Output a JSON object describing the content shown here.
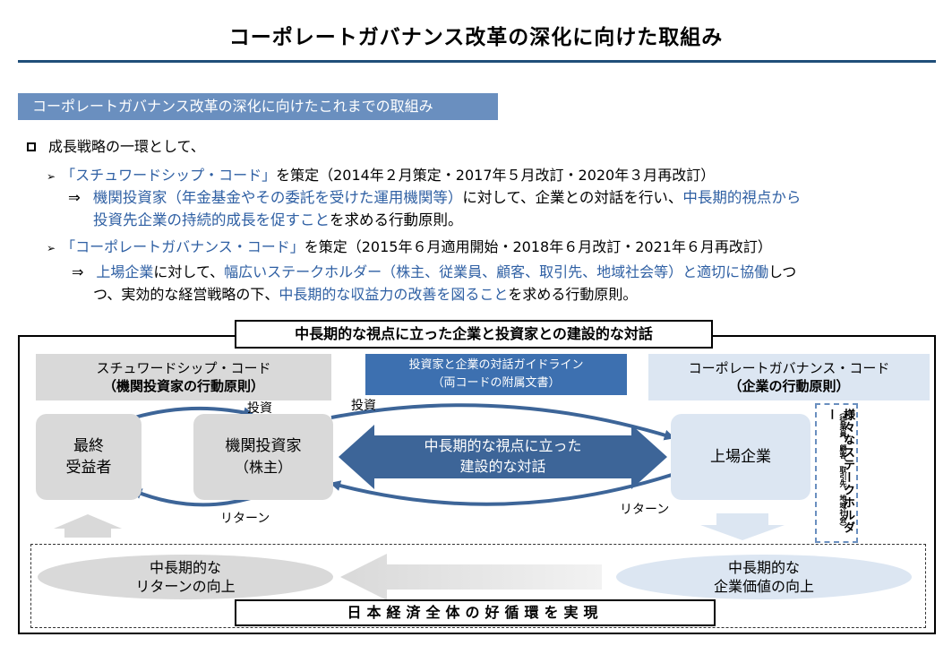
{
  "title": "コーポレートガバナンス改革の深化に向けた取組み",
  "section_label": "コーポレートガバナンス改革の深化に向けたこれまでの取組み",
  "bullets": {
    "main": "成長戦略の一環として、",
    "sub1": {
      "marker": "➢",
      "name": "「スチュワードシップ・コード」",
      "rest": "を策定（2014年２月策定・2017年５月改訂・2020年３月再改訂）",
      "arrow": "⇒",
      "line1_a": "機関投資家（年金基金やその委託を受けた運用機関等）",
      "line1_b": "に対して、企業との対話を行い、",
      "line1_c": "中長期的視点から",
      "line2_a": "投資先企業の持続的成長を促すこと",
      "line2_b": "を求める行動原則。"
    },
    "sub2": {
      "marker": "➢",
      "name": "「コーポレートガバナンス・コード」",
      "rest": "を策定（2015年６月適用開始・2018年６月改訂・2021年６月再改訂）",
      "arrow": "⇒",
      "line1_a": "上場企業",
      "line1_b": "に対して、",
      "line1_c": "幅広いステークホルダー（株主、従業員、顧客、取引先、地域社会等）と適切に協働",
      "line1_d": "しつ",
      "line2_a": "つ、実効的な経営戦略の下、",
      "line2_b": "中長期的な収益力の改善を図ること",
      "line2_c": "を求める行動原則。"
    }
  },
  "diagram": {
    "title": "中長期的な視点に立った企業と投資家との建設的な対話",
    "left_header": [
      "スチュワードシップ・コード",
      "（機関投資家の行動原則）"
    ],
    "center_header": [
      "投資家と企業の対話ガイドライン",
      "（両コードの附属文書）"
    ],
    "right_header": [
      "コーポレートガバナンス・コード",
      "（企業の行動原則）"
    ],
    "beneficiary": [
      "最終",
      "受益者"
    ],
    "investor": [
      "機関投資家",
      "（株主）"
    ],
    "company": "上場企業",
    "dialogue": [
      "中長期的な視点に立った",
      "建設的な対話"
    ],
    "investment_label_1": "投資",
    "investment_label_2": "投資",
    "return_label_1": "リターン",
    "return_label_2": "リターン",
    "stakeholders_main": "様々なステークホルダー",
    "stakeholders_sub": "（従業員、顧客、取引先、地域社会）",
    "return_improve": [
      "中長期的な",
      "リターンの向上"
    ],
    "value_improve": [
      "中長期的な",
      "企業価値の向上"
    ],
    "cycle": "日本経済全体の好循環を実現"
  },
  "colors": {
    "accent": "#1f4e79",
    "section_tab": "#6a8fbf",
    "arrow_blue": "#3d6598",
    "highlight_text": "#2e5fa3",
    "gray_box": "#d9d9d9",
    "light_blue_box": "#dce6f2"
  }
}
